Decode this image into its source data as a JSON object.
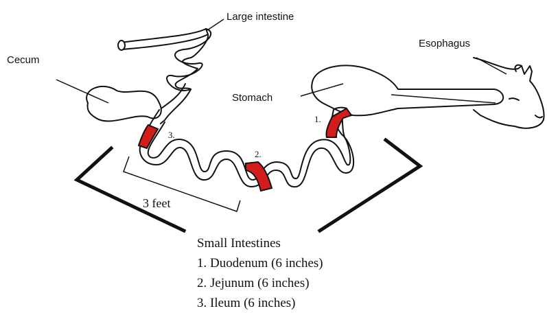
{
  "labels": {
    "large_intestine": "Large intestine",
    "esophagus": "Esophagus",
    "cecum": "Cecum",
    "stomach": "Stomach",
    "segment_1": "1.",
    "segment_2": "2.",
    "segment_3": "3.",
    "length": "3 feet"
  },
  "legend": {
    "title": "Small Intestines",
    "items": [
      "1. Duodenum (6 inches)",
      "2. Jejunum (6 inches)",
      "3. Ileum (6 inches)"
    ]
  },
  "colors": {
    "segment": "#d31c1c",
    "line": "#111111"
  }
}
